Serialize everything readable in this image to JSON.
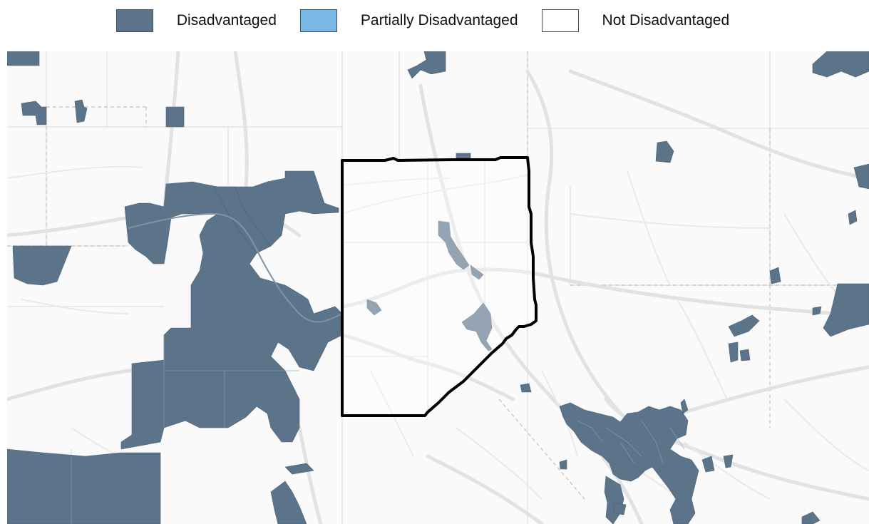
{
  "legend": {
    "items": [
      {
        "label": "Disadvantaged",
        "color": "#5b7489",
        "border": "#3d4f63"
      },
      {
        "label": "Partially Disadvantaged",
        "color": "#7ab8e6",
        "border": "#3d4f63"
      },
      {
        "label": "Not Disadvantaged",
        "color": "#ffffff",
        "border": "#3d4f63"
      }
    ]
  },
  "map": {
    "background_color": "#fafafa",
    "road_color": "#e2e2e2",
    "boundary_color": "#bdbdbd",
    "disadvantaged_color": "#5b7489",
    "selection_outline_color": "#000000"
  }
}
